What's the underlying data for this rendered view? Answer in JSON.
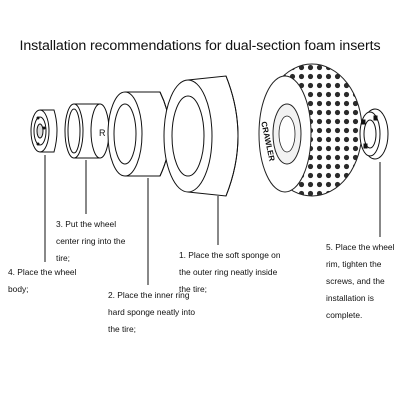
{
  "title": "Installation recommendations for dual-section foam inserts",
  "tire_sidewall_text": "CRAWLER",
  "steps": {
    "step1": [
      "1. Place the soft sponge on",
      "the outer ring neatly inside",
      "the tire;"
    ],
    "step2": [
      "2. Place the inner ring",
      "hard sponge neatly into",
      "the tire;"
    ],
    "step3": [
      "3. Put the wheel",
      "center ring into the",
      "tire;"
    ],
    "step4": [
      "4. Place the wheel",
      "body;"
    ],
    "step5": [
      "5. Place the wheel",
      "rim, tighten the",
      "screws, and the",
      "installation is",
      "complete."
    ]
  },
  "colors": {
    "ink": "#111111",
    "background": "#ffffff",
    "tread": "#2a2a2a"
  }
}
